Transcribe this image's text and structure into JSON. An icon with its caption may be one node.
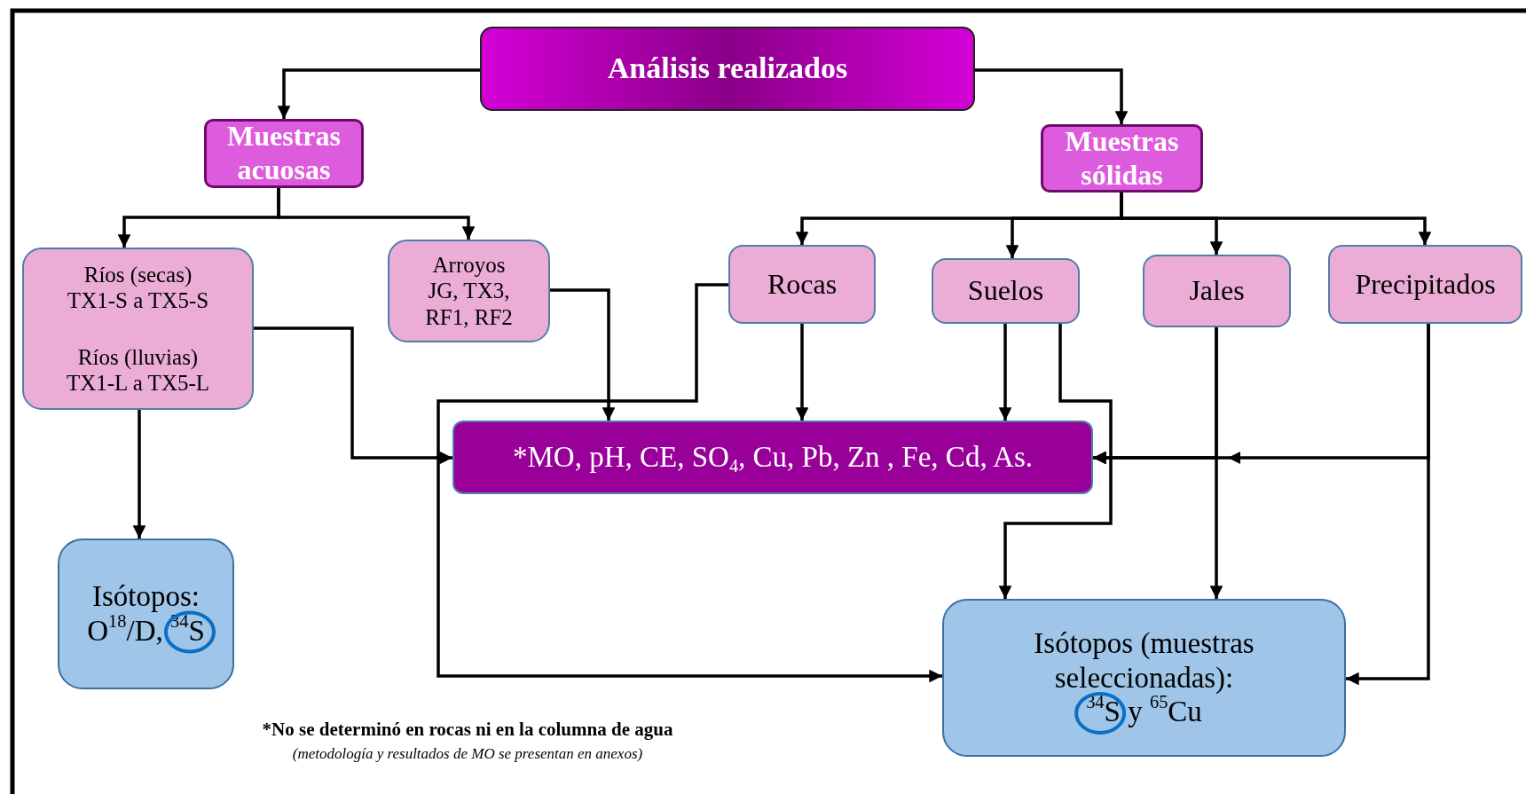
{
  "diagram": {
    "nodes": [
      {
        "text": [
          "Análisis realizados"
        ]
      },
      {
        "text": [
          "Muestras acuosas"
        ]
      },
      {
        "text": [
          "Muestras sólidas"
        ]
      },
      {
        "text": [
          "Ríos (secas) TX1-S a TX5-S",
          "Ríos (lluvias) TX1-L a TX5-L"
        ]
      },
      {
        "text": [
          "Arroyos JG, TX3, RF1, RF2"
        ]
      },
      {
        "text": [
          "Rocas"
        ]
      },
      {
        "text": [
          "Suelos"
        ]
      },
      {
        "text": [
          "Jales"
        ]
      },
      {
        "text": [
          "Precipitados"
        ]
      },
      {
        "text": [
          "*MO, pH, CE, SO$_{4}$, Cu, Pb, Zn , Fe, Cd, As."
        ]
      },
      {
        "text": [
          "Isótopos:",
          "O$^{18}$/D, $^{34}$S"
        ]
      },
      {
        "text": [
          "Isótopos (muestras seleccionadas):",
          "$^{34}$S y $^{65}$Cu"
        ]
      }
    ],
    "edges": [
      {
        "from": 0,
        "to": 1,
        "arrow": "to"
      },
      {
        "from": 0,
        "to": 2,
        "arrow": "to"
      },
      {
        "from": 1,
        "to": 3,
        "arrow": "to"
      },
      {
        "from": 1,
        "to": 4,
        "arrow": "to"
      },
      {
        "from": 2,
        "to": 5,
        "arrow": "to"
      },
      {
        "from": 2,
        "to": 6,
        "arrow": "to"
      },
      {
        "from": 2,
        "to": 7,
        "arrow": "to"
      },
      {
        "from": 2,
        "to": 8,
        "arrow": "to"
      },
      {
        "from": 3,
        "to": 9,
        "arrow": "to"
      },
      {
        "from": 4,
        "to": 9,
        "arrow": "to"
      },
      {
        "from": 3,
        "to": 10,
        "arrow": "to"
      },
      {
        "from": 5,
        "to": 9,
        "arrow": "to"
      },
      {
        "from": 6,
        "to": 9,
        "arrow": "to"
      },
      {
        "from": 5,
        "to": 11,
        "arrow": "to"
      },
      {
        "from": 6,
        "to": 11,
        "arrow": "to"
      },
      {
        "from": 7,
        "to": 11,
        "arrow": "to"
      },
      {
        "from": 7,
        "to": 9,
        "arrow": "to"
      },
      {
        "from": 8,
        "to": 9,
        "arrow": "to"
      },
      {
        "from": 8,
        "to": 11,
        "arrow": "to"
      }
    ],
    "labels": [
      "*No se determinó en rocas ni en la columna de agua",
      "(metodología y resultados de MO se presentan en anexos)"
    ]
  }
}
